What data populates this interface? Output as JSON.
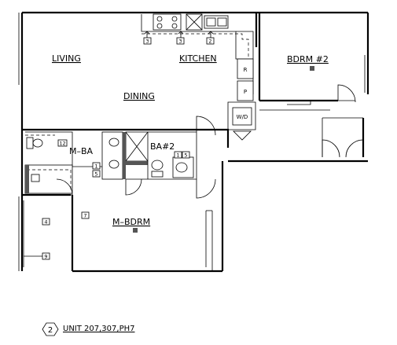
{
  "rooms": {
    "living": "LIVING",
    "kitchen": "KITCHEN",
    "dining": "DINING",
    "bedroom_2": "BDRM #2",
    "master_bath": "M–BA",
    "bath_2": "BA#2",
    "master_bedroom": "M–BDRM"
  },
  "fixtures": {
    "refrigerator": "R",
    "pantry": "P",
    "washer_dryer": "W/D"
  },
  "tags": {
    "kitchen_left": "3",
    "kitchen_mid": "3",
    "kitchen_right": "2",
    "master_bath_top": "12",
    "master_bath_a": "1",
    "master_bath_b": "5",
    "bath_2_a": "1",
    "bath_2_b": "5",
    "closet": "4",
    "master_bedroom_entry": "7",
    "closet_bottom": "9"
  },
  "caption": {
    "number": "2",
    "text": "UNIT  207,307,PH7"
  }
}
